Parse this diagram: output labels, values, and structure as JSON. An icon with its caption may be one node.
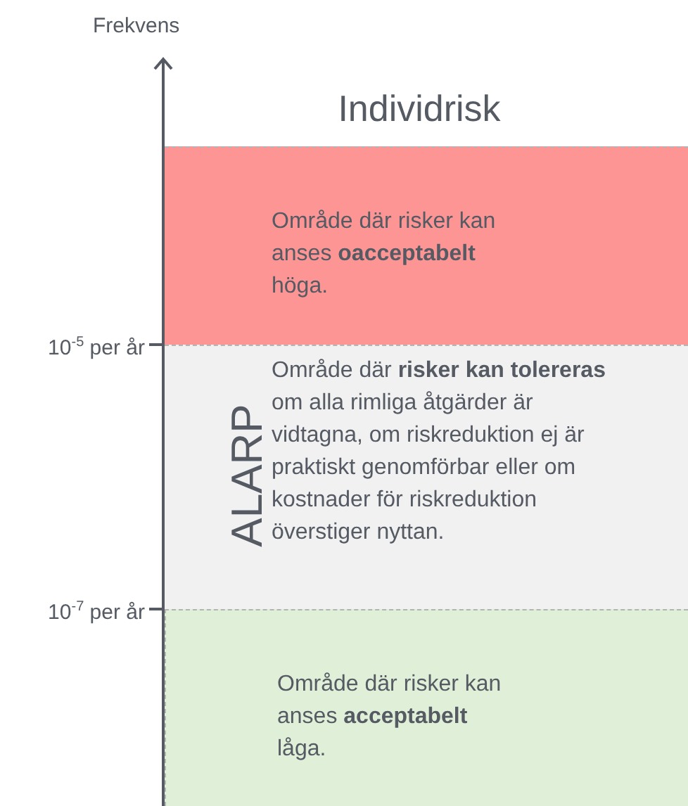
{
  "diagram": {
    "title": "Individrisk",
    "nodes": [
      {
        "text": [
          "Område där risker kan anses **oacceptabelt** höga."
        ]
      },
      {
        "text": [
          "ALARP",
          "Område där **risker kan tolereras** om alla rimliga åtgärder är vidtagna, om riskreduktion ej är praktiskt genomförbar eller om kostnader för riskreduktion överstiger nyttan."
        ]
      },
      {
        "text": [
          "Område där risker kan anses **acceptabelt** låga."
        ]
      }
    ],
    "labels": [
      "Frekvens",
      "10$^{-5}$ per år",
      "10$^{-7}$ per år"
    ]
  }
}
